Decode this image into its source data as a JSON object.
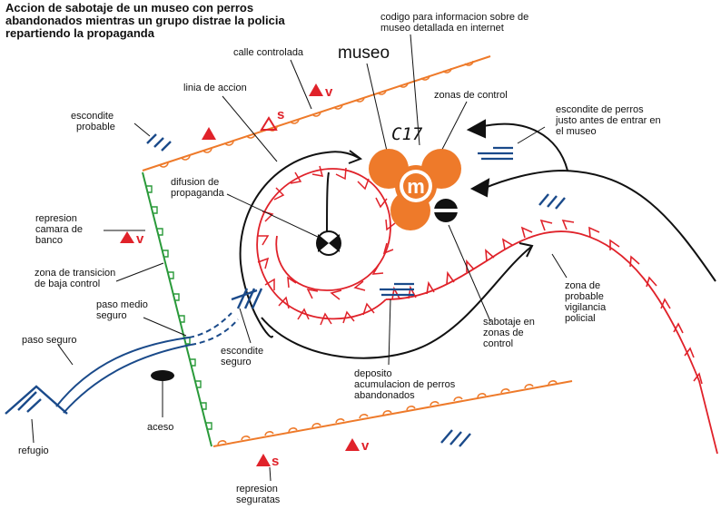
{
  "title": {
    "line1": "Accion de sabotaje de un museo con perros",
    "line2": "abandonados mientras un grupo distrae la policia",
    "line3": "repartiendo la propaganda"
  },
  "labels": {
    "codigo_line1": "codigo para informacion sobre de",
    "codigo_line2": "museo detallada en internet",
    "museo": "museo",
    "c17": "C17",
    "zonas_control": "zonas de control",
    "calle_controlada": "calle controlada",
    "linia_accion": "linia de accion",
    "escondite_probable_1": "escondite",
    "escondite_probable_2": "probable",
    "escondite_perros_1": "escondite de perros",
    "escondite_perros_2": "justo antes de entrar en",
    "escondite_perros_3": "el museo",
    "difusion_1": "difusion de",
    "difusion_2": "propaganda",
    "represion_banco_1": "represion",
    "represion_banco_2": "camara de",
    "represion_banco_3": "banco",
    "zona_transicion_1": "zona de transicion",
    "zona_transicion_2": "de baja control",
    "paso_medio_1": "paso medio",
    "paso_medio_2": "seguro",
    "paso_seguro": "paso seguro",
    "escondite_seguro_1": "escondite",
    "escondite_seguro_2": "seguro",
    "refugio": "refugio",
    "aceso": "aceso",
    "deposito_1": "deposito",
    "deposito_2": "acumulacion de perros",
    "deposito_3": "abandonados",
    "sabotaje_1": "sabotaje en",
    "sabotaje_2": "zonas de",
    "sabotaje_3": "control",
    "zona_vigilancia_1": "zona de",
    "zona_vigilancia_2": "probable",
    "zona_vigilancia_3": "vigilancia",
    "zona_vigilancia_4": "policial",
    "represion_seguratas_1": "represion",
    "represion_seguratas_2": "seguratas"
  },
  "symbols": {
    "museum_logo_letter": "m",
    "security_letter": "s",
    "video_letter": "v"
  },
  "colors": {
    "orange": "#ee7a2a",
    "red": "#e0222a",
    "green": "#2a9a3a",
    "blue": "#1a4a8a",
    "black": "#111111"
  }
}
